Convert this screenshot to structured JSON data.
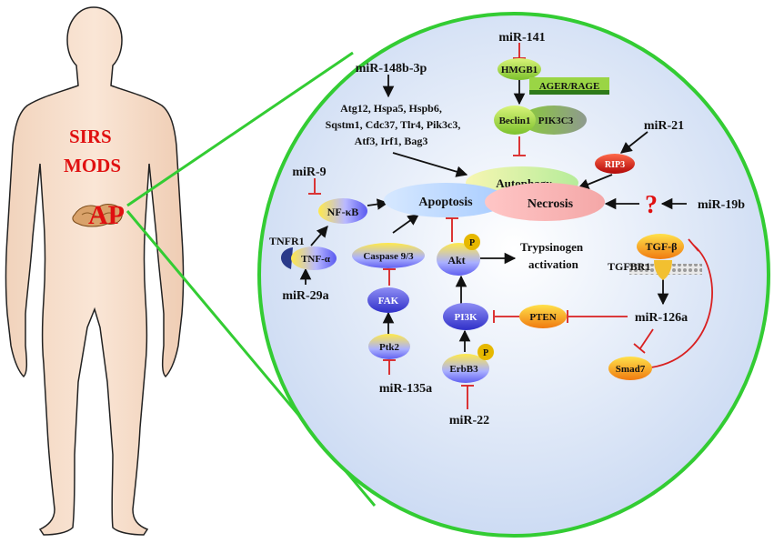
{
  "body_labels": {
    "sirs": "SIRS",
    "mods": "MODS",
    "ap": "AP"
  },
  "mirnas": {
    "mir141": "miR-141",
    "mir148": "miR-148b-3p",
    "mir21": "miR-21",
    "mir9": "miR-9",
    "mir19b": "miR-19b",
    "mir29a": "miR-29a",
    "mir126a": "miR-126a",
    "mir135a": "miR-135a",
    "mir22": "miR-22"
  },
  "genes": {
    "line1": "Atg12, Hspa5, Hspb6,",
    "line2": "Sqstm1, Cdc37, Tlr4, Pik3c3,",
    "line3": "Atf3, Irf1, Bag3"
  },
  "nodes": {
    "hmgb1": "HMGB1",
    "ager": "AGER/RAGE",
    "beclin1": "Beclin1",
    "pik3c3": "PIK3C3",
    "rip3": "RIP3",
    "autophagy": "Autophagy",
    "apoptosis": "Apoptosis",
    "necrosis": "Necrosis",
    "nfkb": "NF-κB",
    "tnfr1": "TNFR1",
    "tnfa": "TNF-α",
    "caspase": "Caspase 9/3",
    "fak": "FAK",
    "ptk2": "Ptk2",
    "akt": "Akt",
    "p_akt": "P",
    "pi3k": "PI3K",
    "erbb3": "ErbB3",
    "p_erbb3": "P",
    "pten": "PTEN",
    "tgfb": "TGF-β",
    "tgfbr1": "TGFBR1",
    "smad7": "Smad7",
    "question": "?"
  },
  "outcome": {
    "line1": "Trypsinogen",
    "line2": "activation"
  },
  "colors": {
    "inhibit": "#d92020",
    "arrow": "#111111",
    "zoom_lines": "#33cc33",
    "circle_fill": "#dde8f7",
    "label_red": "#e01010"
  }
}
